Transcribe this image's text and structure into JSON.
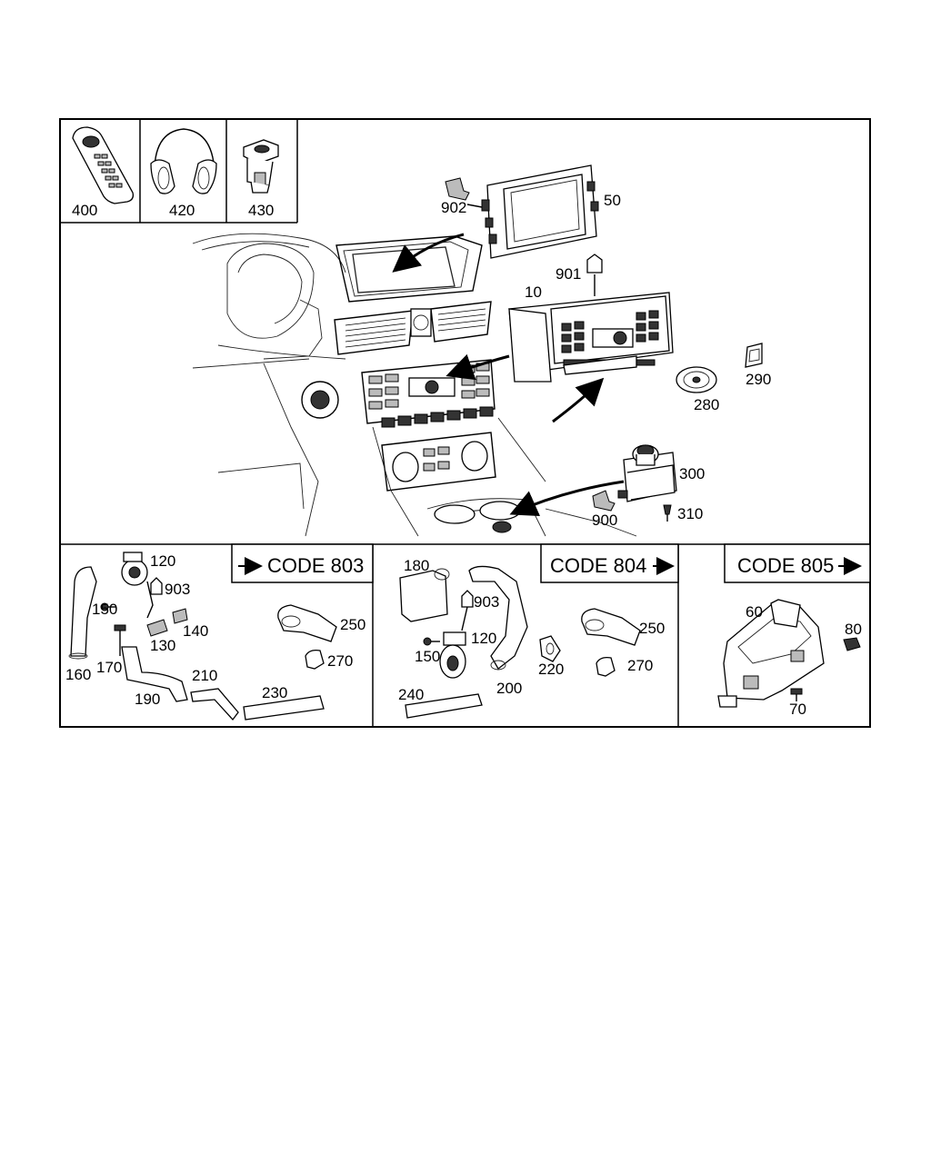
{
  "thumbnails": [
    {
      "label": "400",
      "icon": "remote-control-icon"
    },
    {
      "label": "420",
      "icon": "headphones-icon"
    },
    {
      "label": "430",
      "icon": "connector-icon"
    }
  ],
  "main_callouts": {
    "c902": "902",
    "c50": "50",
    "c901": "901",
    "c10": "10",
    "c290": "290",
    "c280": "280",
    "c300": "300",
    "c900": "900",
    "c310": "310"
  },
  "sections": {
    "code803": {
      "title": "CODE 803",
      "callouts": {
        "c120": "120",
        "c903": "903",
        "c150": "150",
        "c140": "140",
        "c130": "130",
        "c170": "170",
        "c160": "160",
        "c210": "210",
        "c190": "190",
        "c230": "230",
        "c250": "250",
        "c270": "270"
      }
    },
    "code804": {
      "title": "CODE 804",
      "callouts": {
        "c180": "180",
        "c903": "903",
        "c120": "120",
        "c150": "150",
        "c200": "200",
        "c220": "220",
        "c240": "240",
        "c250": "250",
        "c270": "270"
      }
    },
    "code805": {
      "title": "CODE 805",
      "callouts": {
        "c60": "60",
        "c80": "80",
        "c70": "70"
      }
    }
  }
}
